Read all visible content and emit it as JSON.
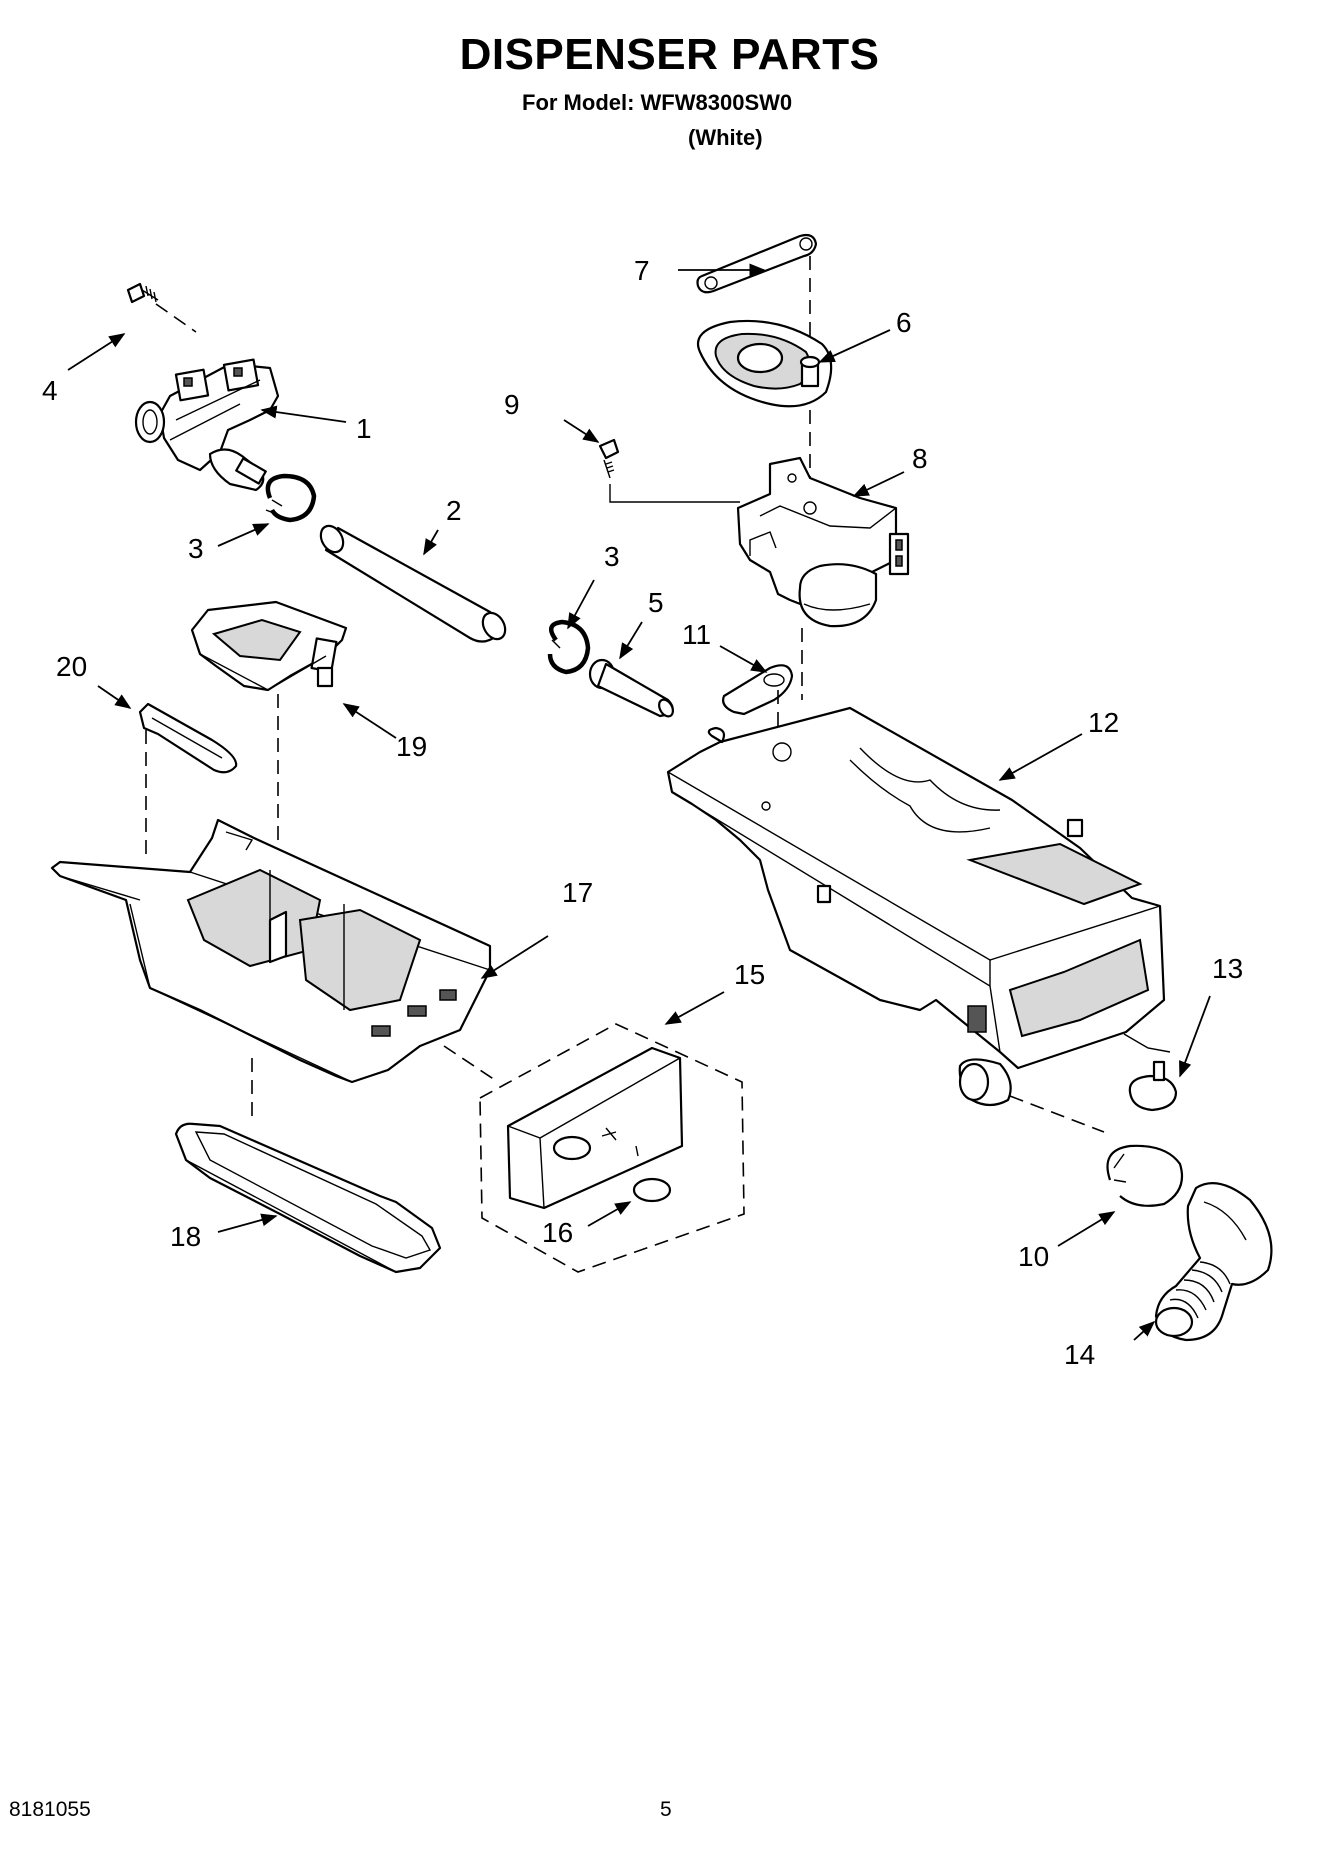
{
  "header": {
    "title": "DISPENSER PARTS",
    "model_line": "For Model: WFW8300SW0",
    "variant": "(White)"
  },
  "callouts": {
    "c1": "1",
    "c2": "2",
    "c3a": "3",
    "c3b": "3",
    "c4": "4",
    "c5": "5",
    "c6": "6",
    "c7": "7",
    "c8": "8",
    "c9": "9",
    "c10": "10",
    "c11": "11",
    "c12": "12",
    "c13": "13",
    "c14": "14",
    "c15": "15",
    "c16": "16",
    "c17": "17",
    "c18": "18",
    "c19": "19",
    "c20": "20"
  },
  "footer": {
    "doc_number": "8181055",
    "page_number": "5"
  }
}
